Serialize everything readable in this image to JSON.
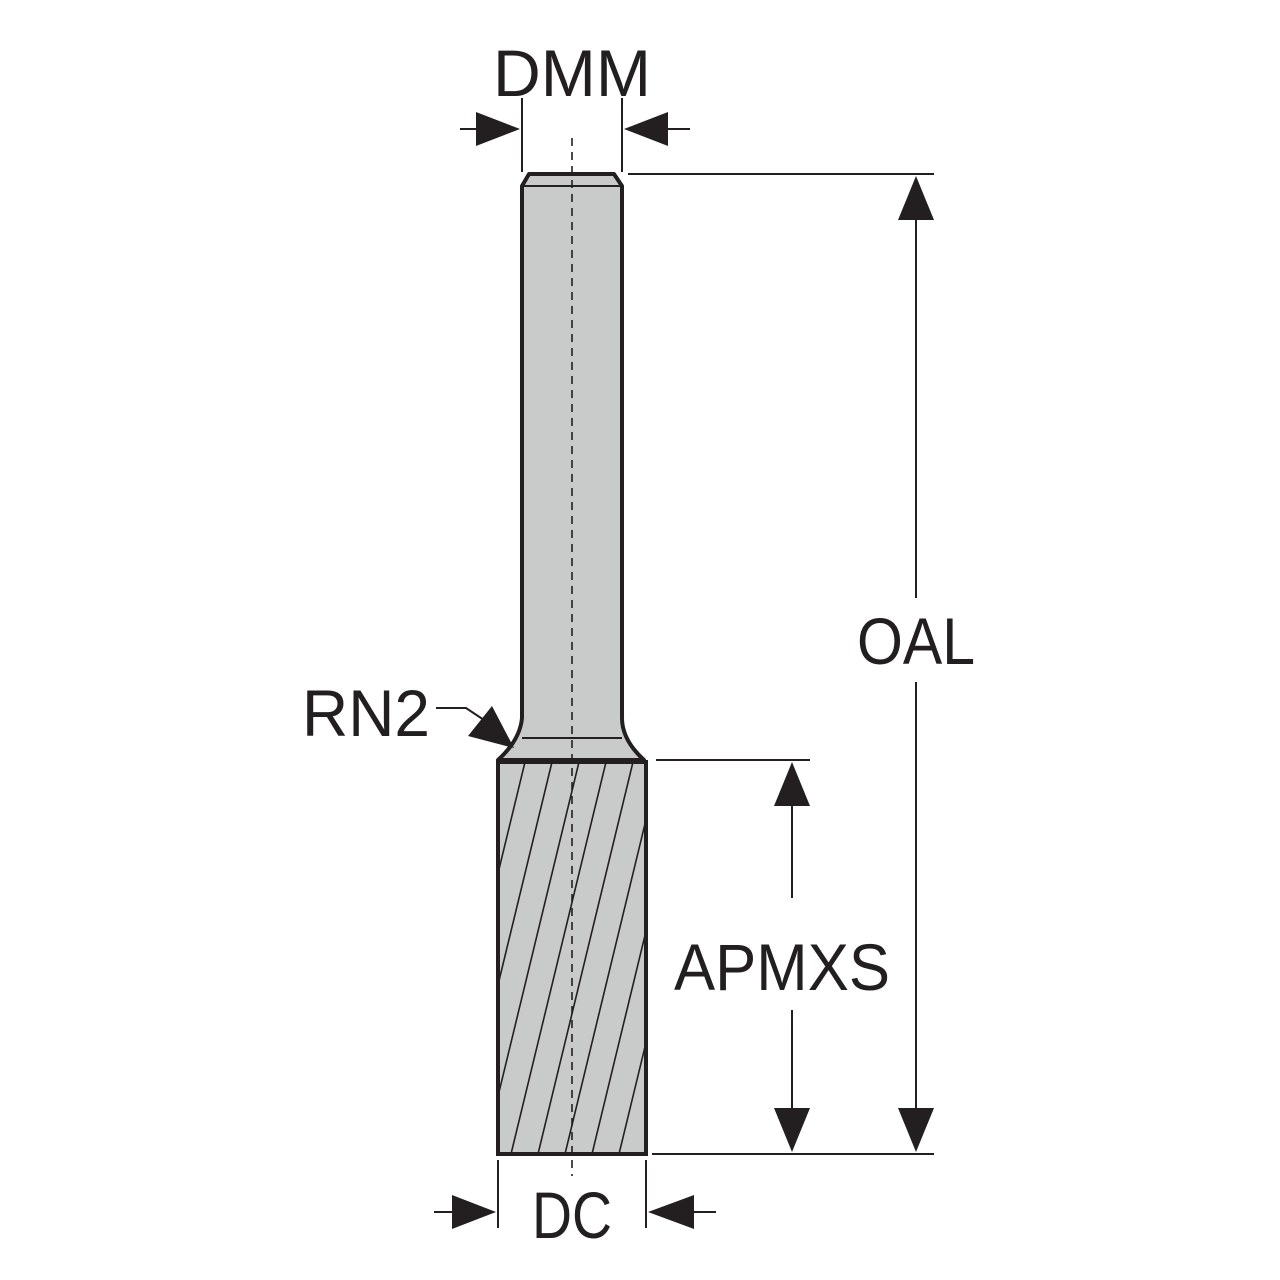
{
  "labels": {
    "shank_diameter": "DMM",
    "overall_length": "OAL",
    "neck_radius": "RN2",
    "max_cutting_depth": "APMXS",
    "cutting_diameter": "DC"
  },
  "colors": {
    "body_fill": "#c9cbcb",
    "line": "#231f20",
    "background": "#ffffff"
  }
}
